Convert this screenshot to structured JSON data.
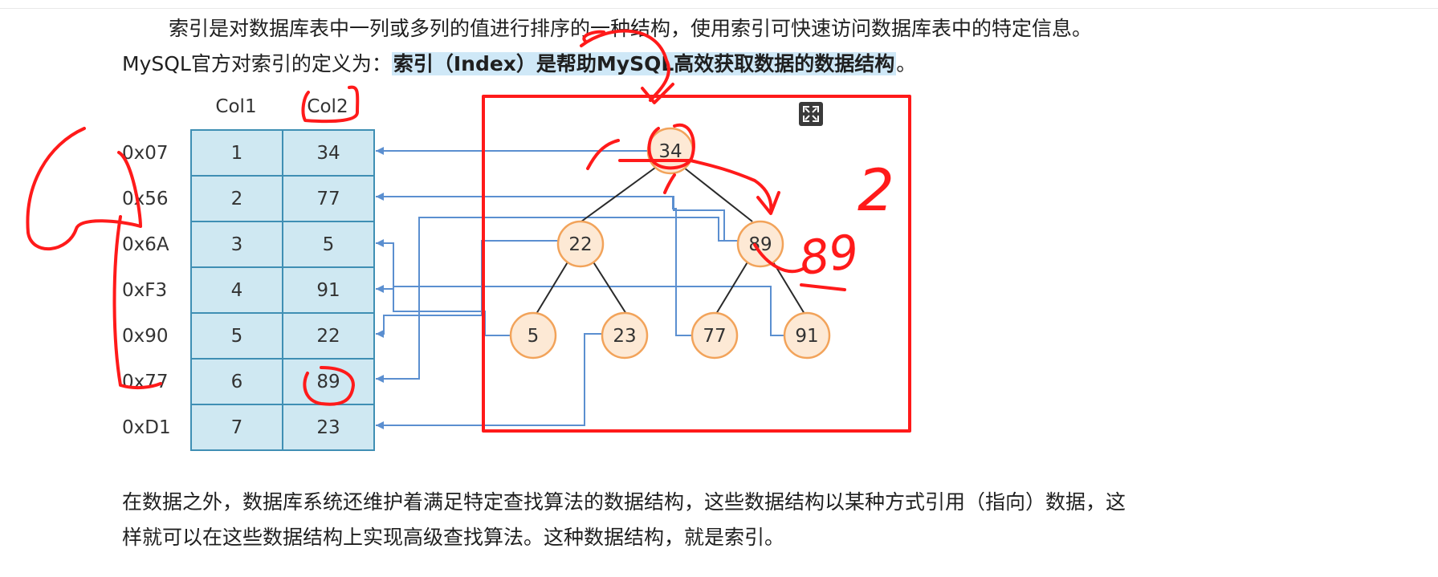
{
  "intro": {
    "line1": "索引是对数据库表中一列或多列的值进行排序的一种结构，使用索引可快速访问数据库表中的特定信息。",
    "line2_prefix": "MySQL官方对索引的定义为：",
    "line2_highlight": "索引（Index）是帮助MySQL高效获取数据的数据结构",
    "line2_suffix": "。"
  },
  "figure": {
    "columns": [
      "Col1",
      "Col2"
    ],
    "rows": [
      {
        "addr": "0x07",
        "col1": "1",
        "col2": "34"
      },
      {
        "addr": "0x56",
        "col1": "2",
        "col2": "77"
      },
      {
        "addr": "0x6A",
        "col1": "3",
        "col2": "5"
      },
      {
        "addr": "0xF3",
        "col1": "4",
        "col2": "91"
      },
      {
        "addr": "0x90",
        "col1": "5",
        "col2": "22"
      },
      {
        "addr": "0x77",
        "col1": "6",
        "col2": "89"
      },
      {
        "addr": "0xD1",
        "col1": "7",
        "col2": "23"
      }
    ],
    "tree": {
      "root": "34",
      "level2": [
        "22",
        "89"
      ],
      "level3": [
        "5",
        "23",
        "77",
        "91"
      ]
    },
    "colors": {
      "annotation": "#ff1a1a",
      "node_fill": "#fde9d5",
      "node_stroke": "#f2a35a",
      "cell_fill": "#cfe8f2",
      "pointer": "#5b8fd0"
    },
    "expand_icon": "expand-icon",
    "annotations": {
      "written_89": "89",
      "written_2": "2"
    }
  },
  "body": {
    "line1": "在数据之外，数据库系统还维护着满足特定查找算法的数据结构，这些数据结构以某种方式引用（指向）数据，这",
    "line2": "样就可以在这些数据结构上实现高级查找算法。这种数据结构，就是索引。"
  }
}
